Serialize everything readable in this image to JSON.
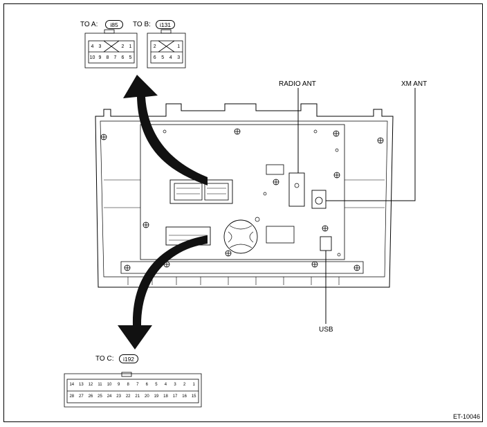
{
  "connectors": {
    "a": {
      "to_label": "TO A:",
      "code": "i85",
      "row1": [
        "4",
        "3",
        "",
        "",
        "2",
        "1"
      ],
      "row2": [
        "10",
        "9",
        "8",
        "7",
        "6",
        "5"
      ]
    },
    "b": {
      "to_label": "TO B:",
      "code": "i131",
      "row1": [
        "2",
        "",
        "",
        "1"
      ],
      "row2": [
        "6",
        "5",
        "4",
        "3"
      ]
    },
    "c": {
      "to_label": "TO C:",
      "code": "i192",
      "row1": [
        "14",
        "13",
        "12",
        "11",
        "10",
        "9",
        "8",
        "7",
        "6",
        "5",
        "4",
        "3",
        "2",
        "1"
      ],
      "row2": [
        "28",
        "27",
        "26",
        "25",
        "24",
        "23",
        "22",
        "21",
        "20",
        "19",
        "18",
        "17",
        "16",
        "15"
      ]
    }
  },
  "callouts": {
    "radio_ant": "RADIO ANT",
    "xm_ant": "XM ANT",
    "usb": "USB"
  },
  "figure_code": "ET-10046"
}
